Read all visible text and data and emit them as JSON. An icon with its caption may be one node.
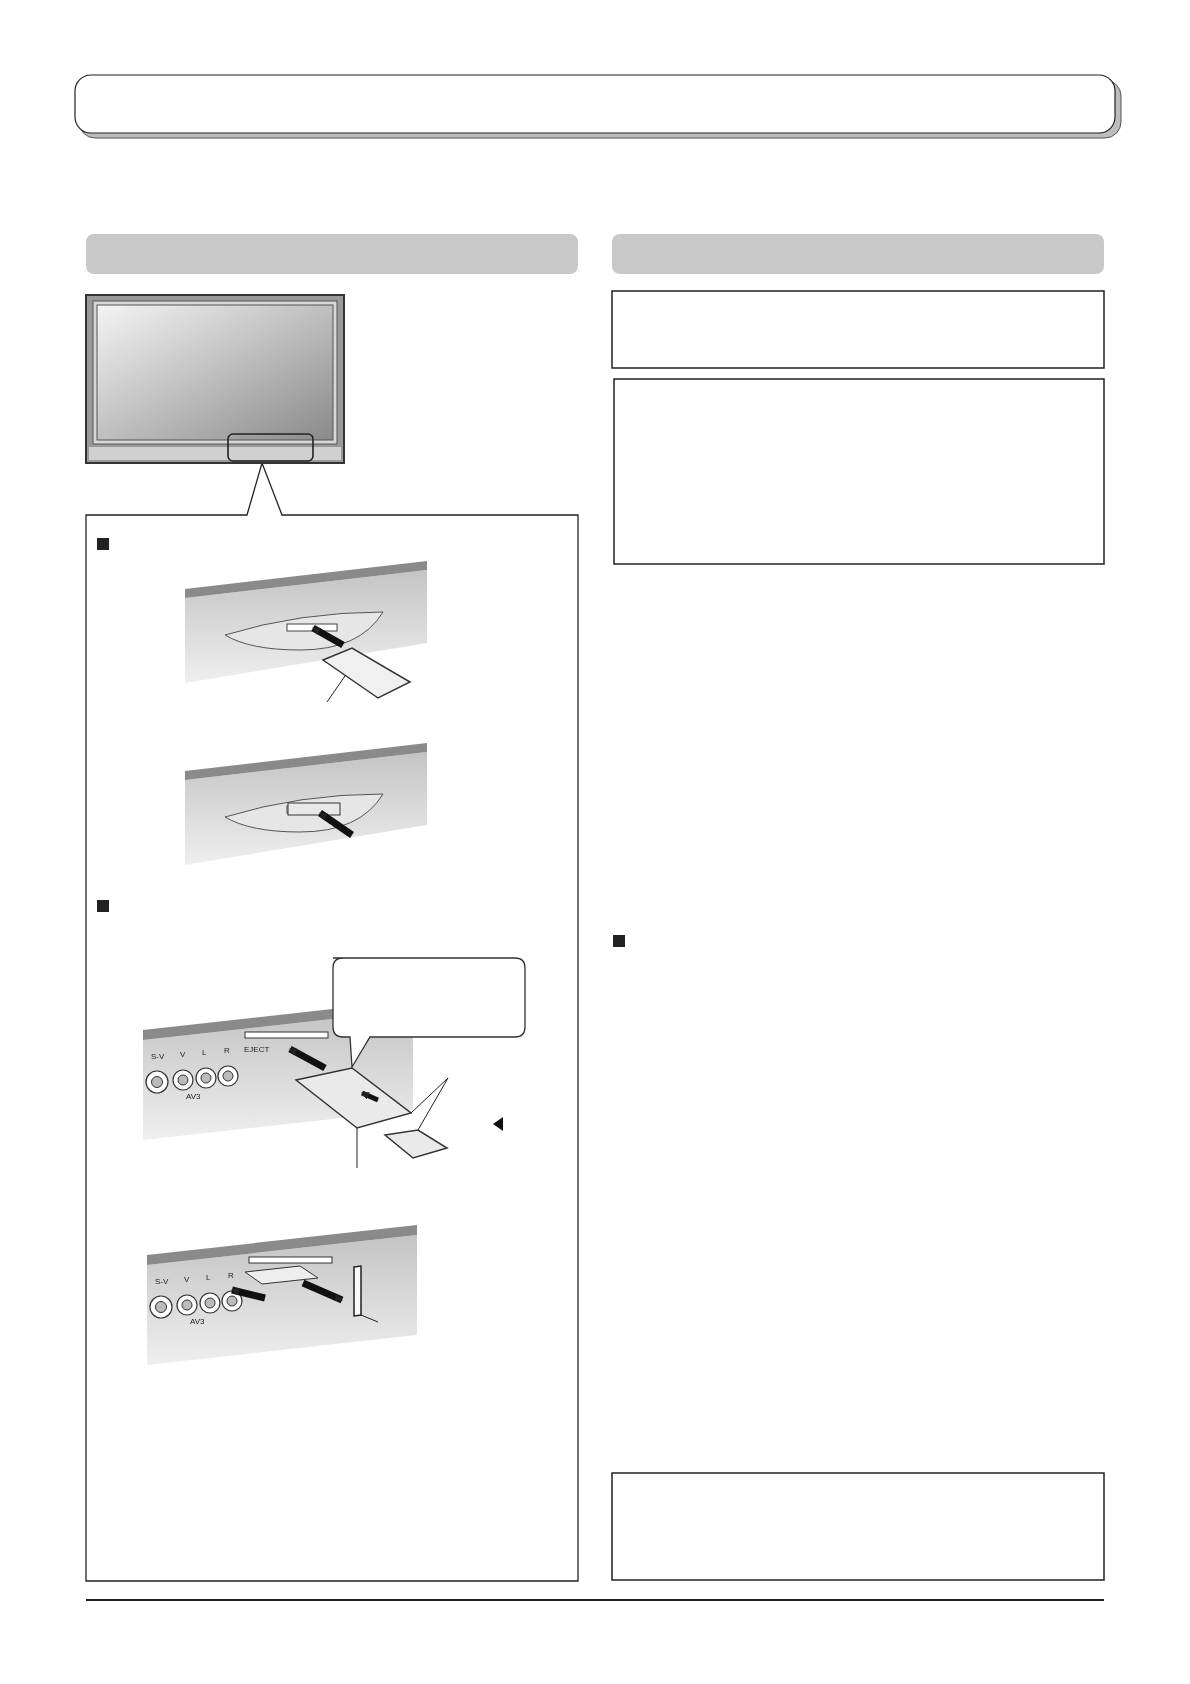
{
  "diagram": {
    "nodes": [
      {
        "text": [],
        "shape": "picture"
      },
      {
        "text": [],
        "shape": "box"
      },
      {
        "text": [],
        "shape": "picture"
      },
      {
        "text": [],
        "shape": "picture"
      },
      {
        "text": [],
        "shape": "box"
      },
      {
        "text": [],
        "shape": "box"
      },
      {
        "text": [],
        "shape": "box"
      },
      {
        "text": [],
        "shape": "box"
      }
    ],
    "edges": [
      {
        "from": null,
        "to": 0,
        "arrow": "none"
      },
      {
        "from": null,
        "to": 2,
        "arrow": "none"
      },
      {
        "from": null,
        "to": 2,
        "arrow": "none"
      },
      {
        "from": null,
        "to": 3,
        "arrow": "none"
      },
      {
        "from": null,
        "to": 4,
        "arrow": "none"
      }
    ],
    "labels": [
      "S-V",
      "V",
      "L",
      "R",
      "EJECT",
      "AV3",
      "S-V",
      "V",
      "L",
      "R",
      "AV3"
    ]
  }
}
